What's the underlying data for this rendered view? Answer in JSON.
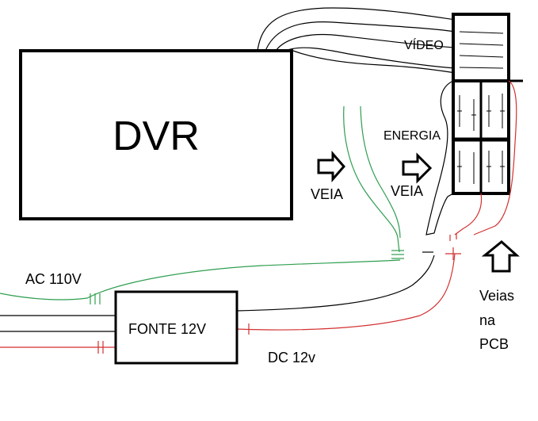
{
  "diagram": {
    "dvr_label": "DVR",
    "fonte_label": "FONTE 12V",
    "video_label": "VÍDEO",
    "energia_label": "ENERGIA",
    "veia_left_label": "VEIA",
    "veia_right_label": "VEIA",
    "ac_label": "AC 110V",
    "dc_label": "DC 12v",
    "pcb_label_line1": "Veias",
    "pcb_label_line2": "na",
    "pcb_label_line3": "PCB"
  },
  "colors": {
    "ink": "#000000",
    "green_wire": "#2e9e4f",
    "red_wire": "#d32f2f",
    "black_wire": "#000000",
    "background": "#ffffff"
  }
}
